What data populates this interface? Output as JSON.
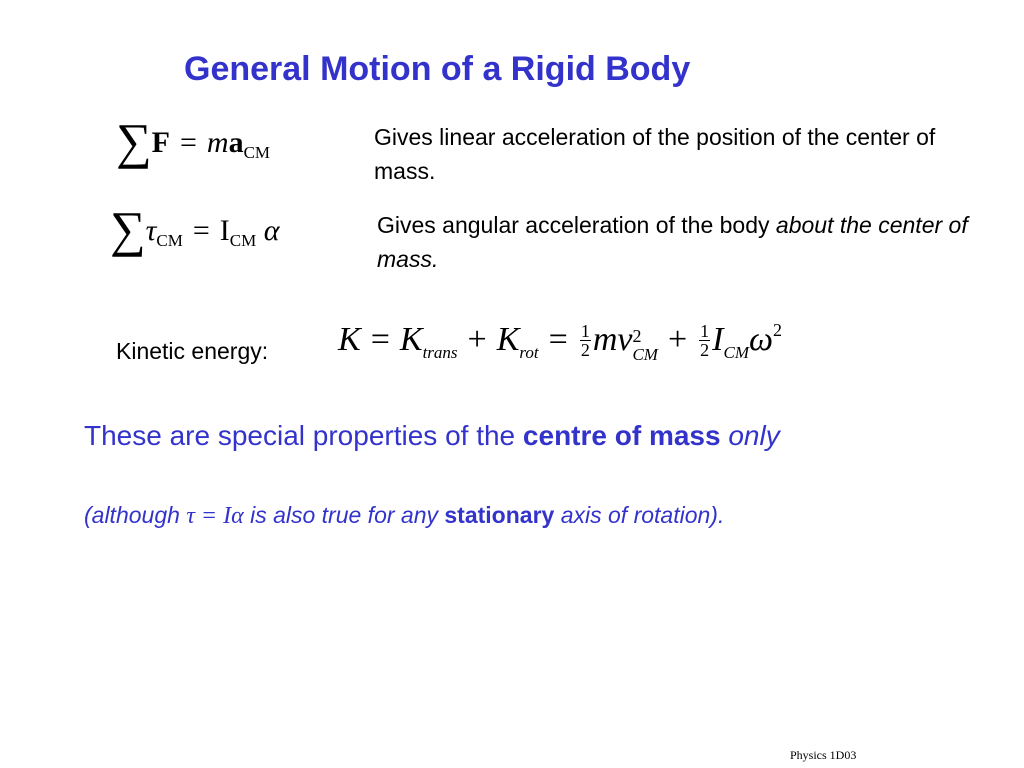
{
  "slide": {
    "title": "General Motion of a Rigid Body",
    "equation1": {
      "sum": "∑",
      "lhs": "F",
      "equals": "=",
      "m": "m",
      "a": "a",
      "sub": "CM",
      "description": "Gives linear acceleration of the position of the center of mass."
    },
    "equation2": {
      "sum": "∑",
      "tau": "τ",
      "tau_sub": "CM",
      "equals": "=",
      "I": "I",
      "I_sub": "CM",
      "alpha": "α",
      "description_plain": "Gives angular acceleration of the body ",
      "description_italic": "about the center of mass."
    },
    "kinetic": {
      "label": "Kinetic energy:",
      "K": "K",
      "equals": "=",
      "K_trans": "K",
      "trans_sub": "trans",
      "plus": "+",
      "K_rot": "K",
      "rot_sub": "rot",
      "equals2": "=",
      "half_num": "1",
      "half_den": "2",
      "mv": "mv",
      "sq": "2",
      "cm": "CM",
      "plus2": "+",
      "half_num2": "1",
      "half_den2": "2",
      "I": "I",
      "I_sub": "CM",
      "omega": "ω",
      "omega_sq": "2"
    },
    "special_properties": {
      "prefix": "These are special properties of the ",
      "bold": "centre of mass",
      "suffix": " only"
    },
    "note": {
      "open": "(although ",
      "math": "τ = Iα",
      "middle": "  is also true for any ",
      "bold": "stationary",
      "close": " axis of rotation)."
    },
    "footer": "Physics 1D03"
  }
}
